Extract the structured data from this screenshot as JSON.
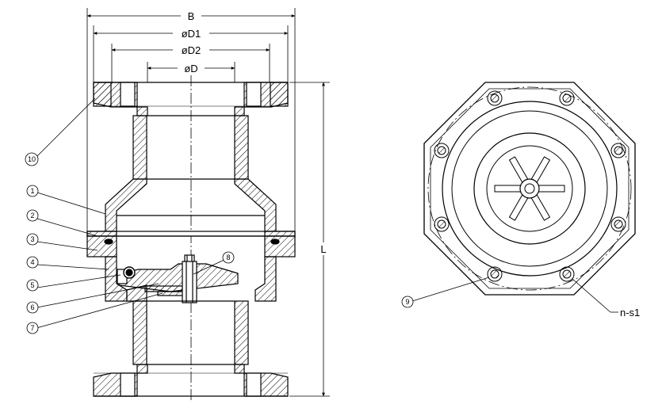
{
  "dimensions": {
    "b": "B",
    "d1": "øD1",
    "d2": "øD2",
    "d": "øD",
    "l": "L",
    "bolts": "n-s1"
  },
  "callouts": [
    "1",
    "2",
    "3",
    "4",
    "5",
    "6",
    "7",
    "8",
    "9",
    "10"
  ],
  "colors": {
    "line": "#000000",
    "background": "#ffffff"
  }
}
